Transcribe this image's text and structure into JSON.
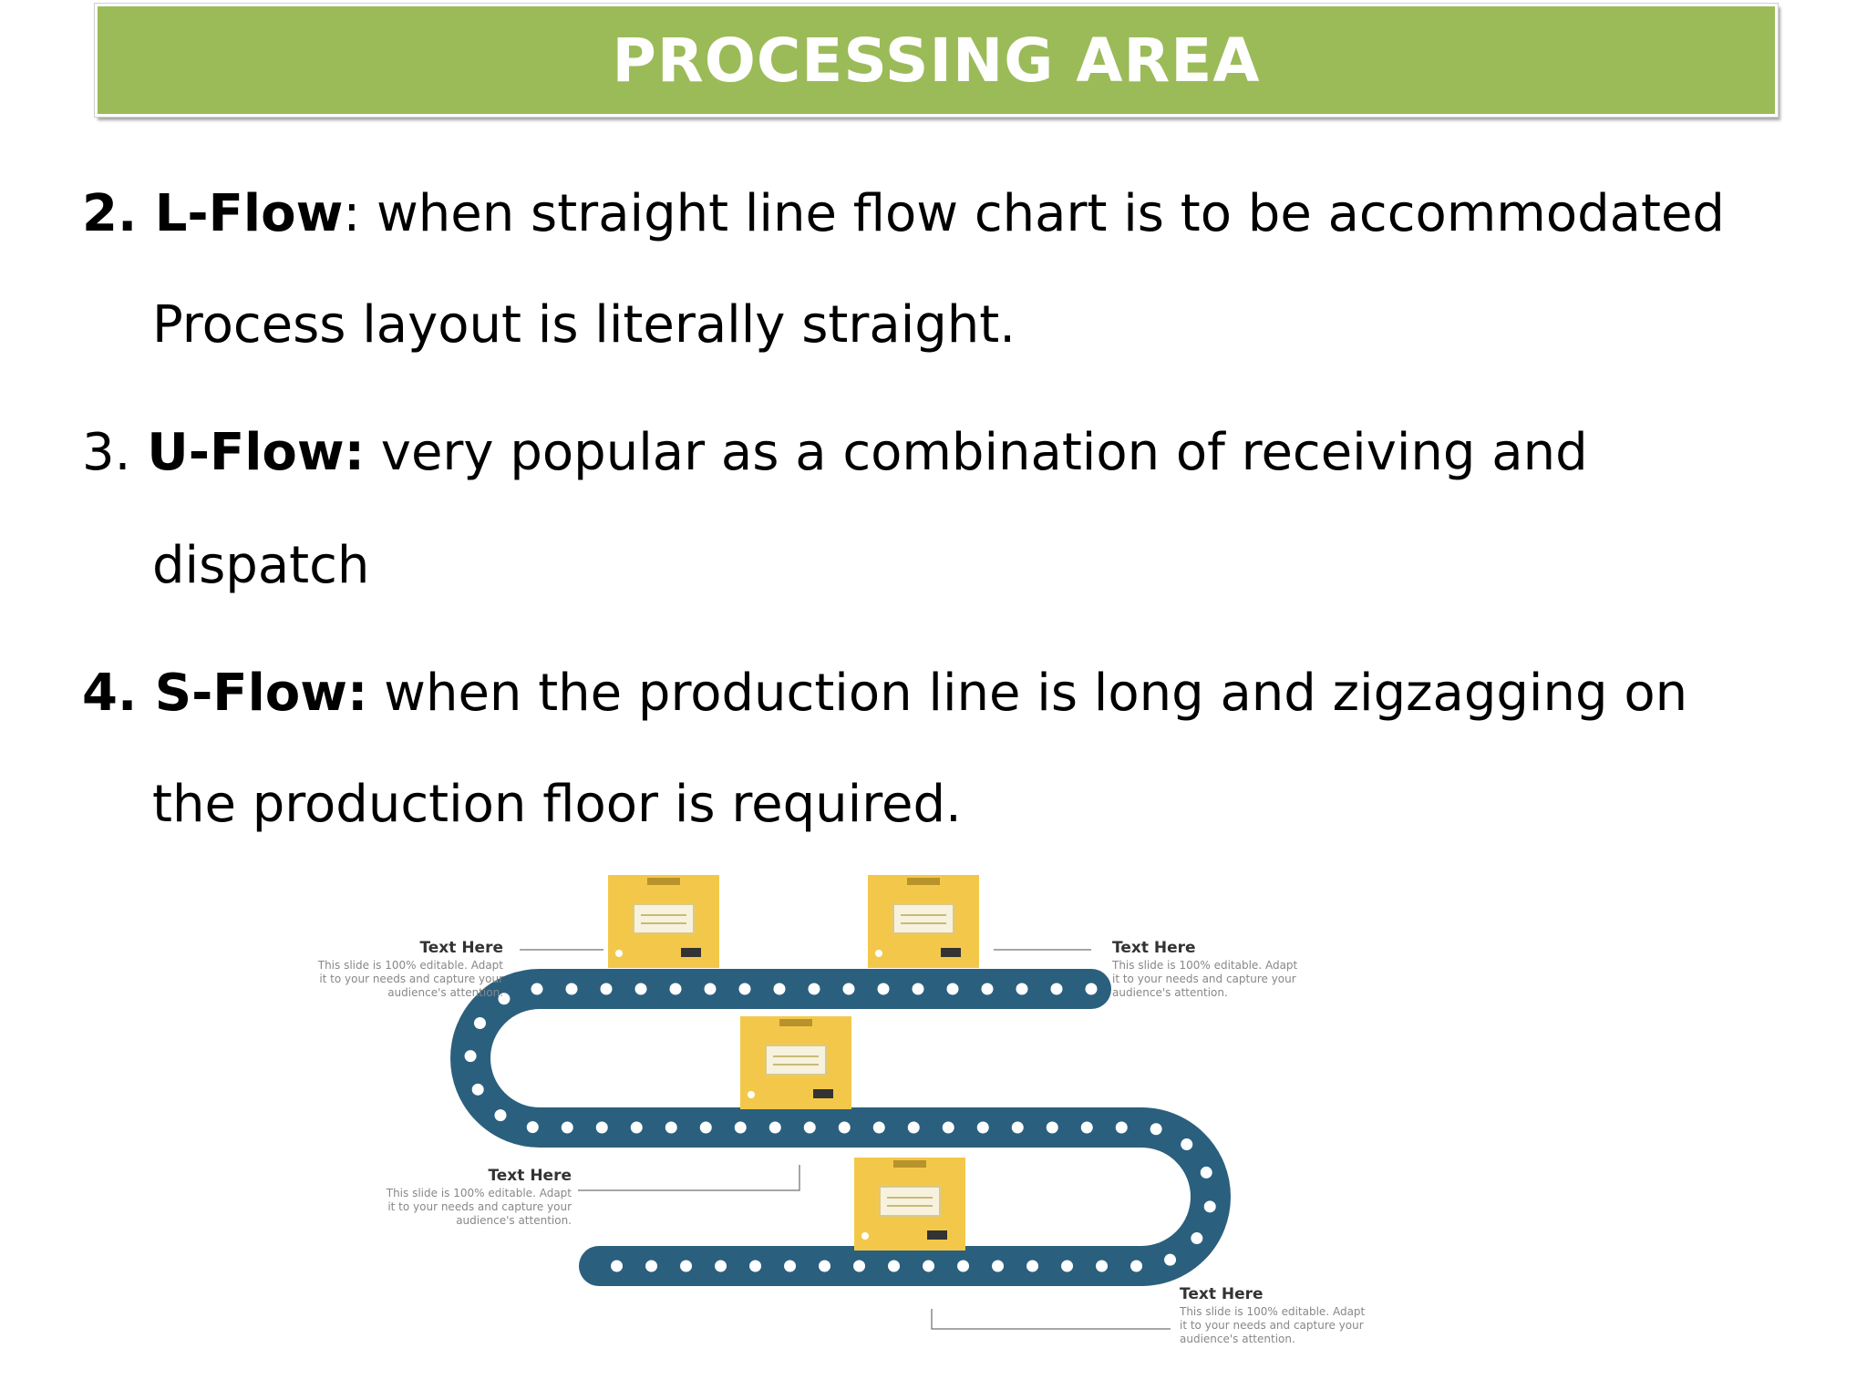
{
  "header": {
    "title": "PROCESSING AREA"
  },
  "items": [
    {
      "label": "2. L-Flow",
      "line1": ": when straight line flow chart is to be accommodated",
      "line2": "Process layout is literally straight."
    },
    {
      "number": "3. ",
      "label": "U-Flow:",
      "line1": "  very popular as a combination of receiving and",
      "line2": "dispatch"
    },
    {
      "label": "4. S-Flow:",
      "line1": " when the production line is long and zigzagging on",
      "line2": "the production floor is required."
    }
  ],
  "figure": {
    "callouts": [
      {
        "heading": "Text Here",
        "body": [
          "This slide is 100% editable. Adapt",
          "it to your needs and capture your",
          "audience's attention."
        ]
      },
      {
        "heading": "Text Here",
        "body": [
          "This slide is 100% editable. Adapt",
          "it to your needs and capture your",
          "audience's attention."
        ]
      },
      {
        "heading": "Text Here",
        "body": [
          "This slide is 100% editable. Adapt",
          "it to your needs and capture your",
          "audience's attention."
        ]
      },
      {
        "heading": "Text Here",
        "body": [
          "This slide is 100% editable. Adapt",
          "it to your needs and capture your",
          "audience's attention."
        ]
      }
    ],
    "colors": {
      "belt": "#2b5f7e",
      "box": "#f3c84a",
      "label": "#f7f2dd"
    }
  }
}
